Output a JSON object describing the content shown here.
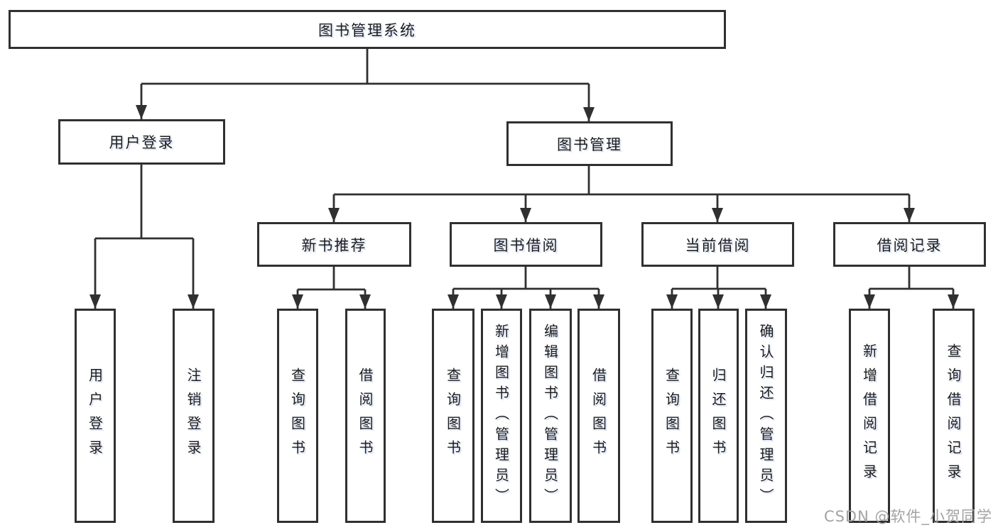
{
  "nodes": {
    "root": {
      "label": "图书管理系统"
    },
    "user_login": {
      "label": "用户登录"
    },
    "book_management": {
      "label": "图书管理"
    },
    "new_book_recommend": {
      "label": "新书推荐"
    },
    "book_borrow": {
      "label": "图书借阅"
    },
    "current_borrow": {
      "label": "当前借阅"
    },
    "borrow_record": {
      "label": "借阅记录"
    },
    "leaf_user_login": {
      "label": "用户登录"
    },
    "leaf_logout": {
      "label": "注销登录"
    },
    "leaf_query_book_1": {
      "label": "查询图书"
    },
    "leaf_borrow_book_1": {
      "label": "借阅图书"
    },
    "leaf_query_book_2": {
      "label": "查询图书"
    },
    "leaf_add_book": {
      "label": "新增图书（管理员）"
    },
    "leaf_edit_book": {
      "label": "编辑图书（管理员）"
    },
    "leaf_borrow_book_2": {
      "label": "借阅图书"
    },
    "leaf_query_book_3": {
      "label": "查询图书"
    },
    "leaf_return_book": {
      "label": "归还图书"
    },
    "leaf_confirm_return": {
      "label": "确认归还（管理员）"
    },
    "leaf_add_borrow_record": {
      "label": "新增借阅记录"
    },
    "leaf_query_borrow_record": {
      "label": "查询借阅记录"
    }
  },
  "watermark": {
    "text": "CSDN @软件_小贺同学"
  },
  "colors": {
    "line": "#303030",
    "box_border": "#303030",
    "box_bg": "#ffffff",
    "text": "#1c1c1c",
    "watermark": "#a3a3a3",
    "background": "#ffffff"
  }
}
